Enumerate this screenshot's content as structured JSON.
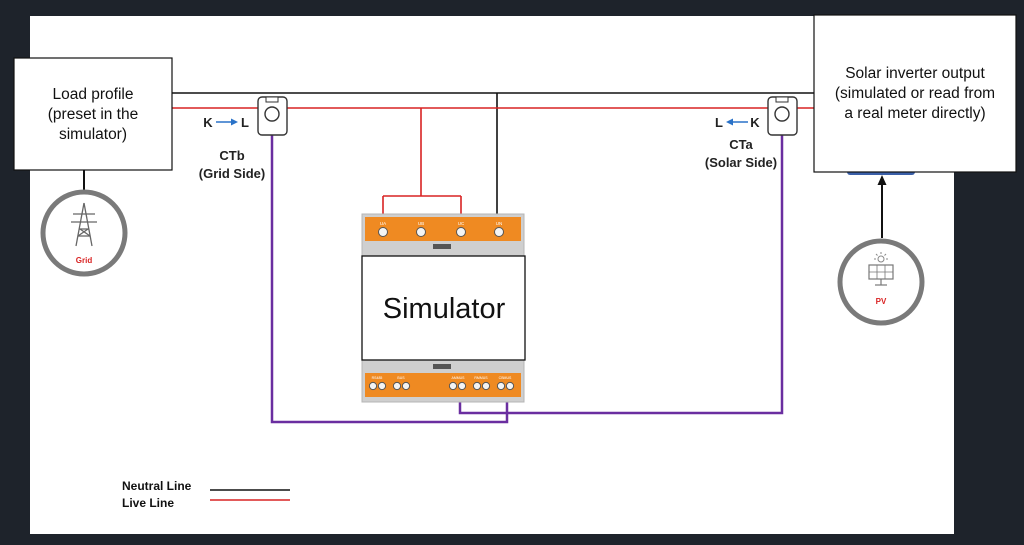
{
  "boxes": {
    "load_profile": [
      "Load profile",
      "(preset in the",
      "simulator)"
    ],
    "solar_output": [
      "Solar inverter output",
      "(simulated or read from",
      "a real meter directly)"
    ]
  },
  "simulator": {
    "title": "Simulator",
    "top_terminals": [
      "UA",
      "UB",
      "UC",
      "UN"
    ],
    "bottom_groups": [
      "RS485",
      "BUS",
      "AMMUS",
      "RMMUS",
      "CBMUS"
    ]
  },
  "ct_b": {
    "name": "CTb",
    "side": "(Grid Side)",
    "k": "K",
    "l": "L"
  },
  "ct_a": {
    "name": "CTa",
    "side": "(Solar Side)",
    "k": "K",
    "l": "L"
  },
  "grid_label": "Grid",
  "pv_label": "PV",
  "legend": {
    "neutral": "Neutral Line",
    "live": "Live Line"
  },
  "colors": {
    "neutral": "#111111",
    "live": "#d92323",
    "ct": "#6a2ea0",
    "device": "#ef8a22",
    "arrow": "#2a72c8"
  }
}
